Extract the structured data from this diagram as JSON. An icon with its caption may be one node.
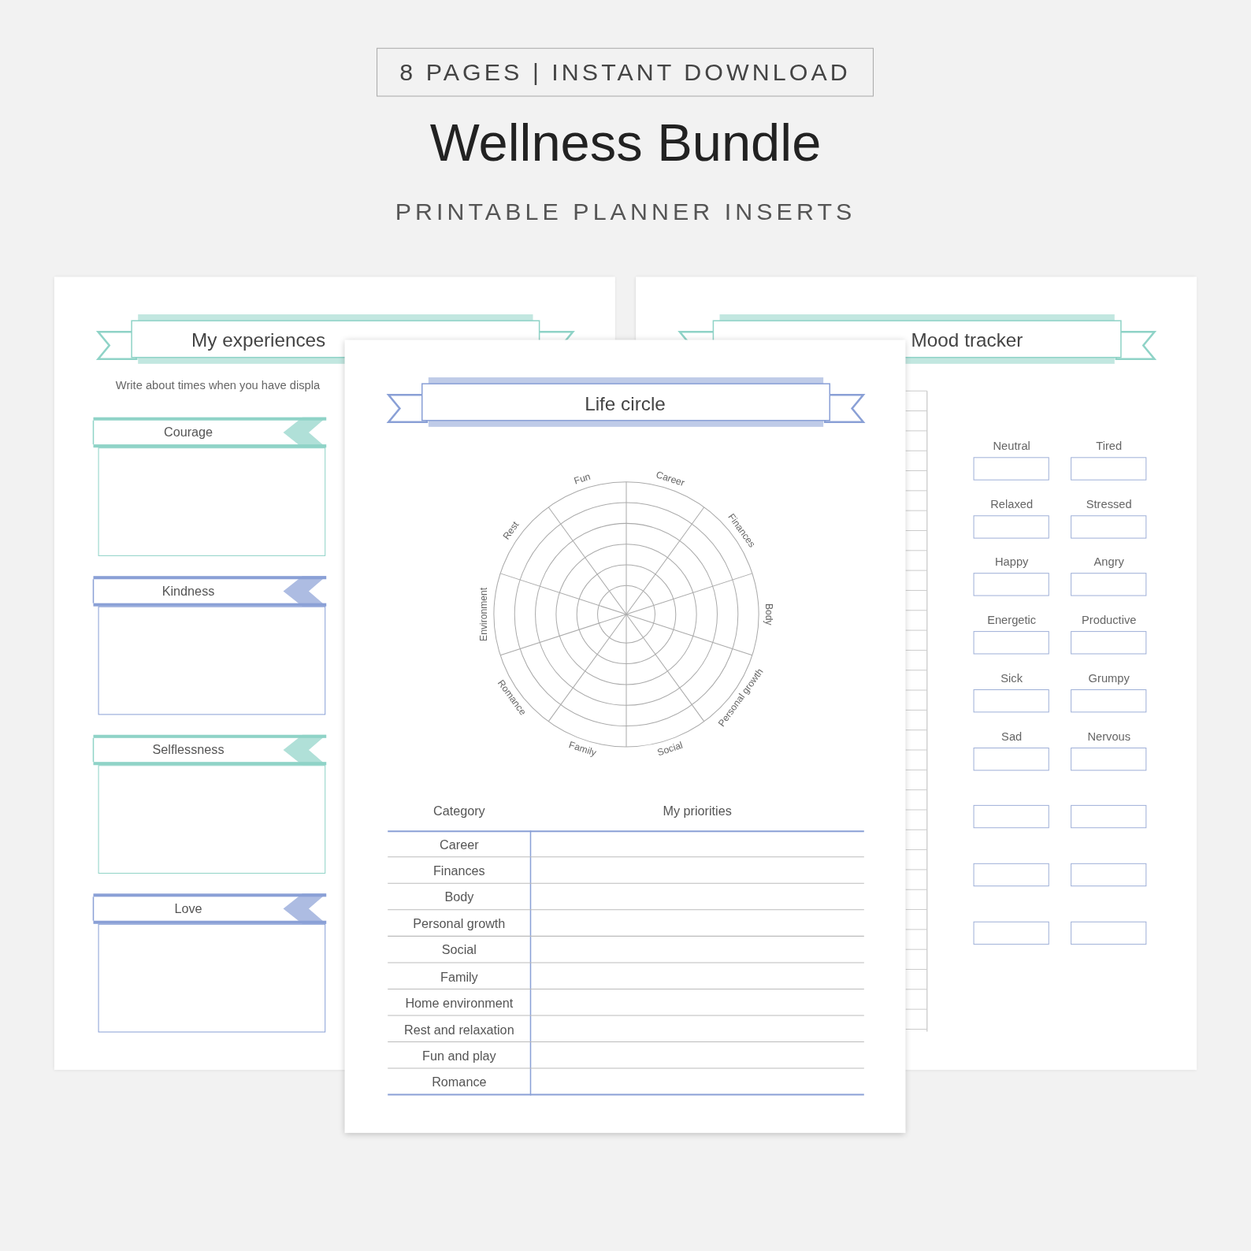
{
  "diagram": {
    "title": "Wellness Bundle",
    "nodes": [
      {
        "text": [
          "My experiences",
          "Write about times when you have displa"
        ]
      },
      {
        "text": [
          "Courage"
        ],
        "in": 0
      },
      {
        "text": [
          "Kindness"
        ],
        "in": 0
      },
      {
        "text": [
          "Selflessness"
        ],
        "in": 0
      },
      {
        "text": [
          "Love"
        ],
        "in": 0
      },
      {
        "text": [
          "Mood tracker"
        ]
      },
      {
        "text": [
          "Neutral"
        ],
        "in": 5
      },
      {
        "text": [
          "Tired"
        ],
        "in": 5
      },
      {
        "text": [
          "Relaxed"
        ],
        "in": 5
      },
      {
        "text": [
          "Stressed"
        ],
        "in": 5
      },
      {
        "text": [
          "Happy"
        ],
        "in": 5
      },
      {
        "text": [
          "Angry"
        ],
        "in": 5
      },
      {
        "text": [
          "Energetic"
        ],
        "in": 5
      },
      {
        "text": [
          "Productive"
        ],
        "in": 5
      },
      {
        "text": [
          "Sick"
        ],
        "in": 5
      },
      {
        "text": [
          "Grumpy"
        ],
        "in": 5
      },
      {
        "text": [
          "Sad"
        ],
        "in": 5
      },
      {
        "text": [
          "Nervous"
        ],
        "in": 5
      },
      {
        "text": [],
        "shape": "box",
        "in": 5
      },
      {
        "text": [],
        "shape": "box",
        "in": 5
      },
      {
        "text": [],
        "shape": "box",
        "in": 5
      },
      {
        "text": [],
        "shape": "box",
        "in": 5
      },
      {
        "text": [],
        "shape": "box",
        "in": 5
      },
      {
        "text": [],
        "shape": "box",
        "in": 5
      },
      {
        "text": [
          "Life circle"
        ]
      }
    ],
    "labels": [
      "8 PAGES | INSTANT DOWNLOAD",
      "PRINTABLE PLANNER INSERTS",
      "Fun",
      "Career",
      "Finances",
      "Body",
      "Personal growth",
      "Social",
      "Family",
      "Romance",
      "Environment",
      "Rest",
      "Category",
      "My priorities",
      "Career",
      "Finances",
      "Body",
      "Personal growth",
      "Social",
      "Family",
      "Home environment",
      "Rest and relaxation",
      "Fun and play",
      "Romance"
    ]
  }
}
